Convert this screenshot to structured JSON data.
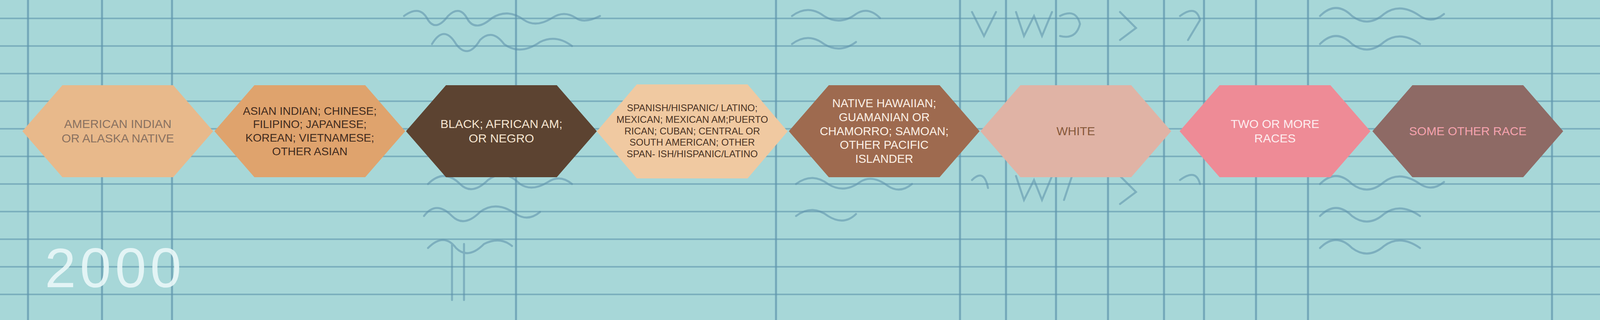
{
  "diagram": {
    "nodes": [
      {
        "text": [
          "AMERICAN INDIAN OR ALASKA NATIVE"
        ]
      },
      {
        "text": [
          "ASIAN INDIAN; CHINESE; FILIPINO; JAPANESE; KOREAN; VIETNAMESE; OTHER ASIAN"
        ]
      },
      {
        "text": [
          "BLACK; AFRICAN AM; OR NEGRO"
        ]
      },
      {
        "text": [
          "SPANISH/HISPANIC/ LATINO; MEXICAN; MEXICAN AM;PUERTO RICAN; CUBAN; CENTRAL OR SOUTH AMERICAN; OTHER SPAN- ISH/HISPANIC/LATINO"
        ]
      },
      {
        "text": [
          "NATIVE HAWAIIAN; GUAMANIAN OR CHAMORRO; SAMOAN; OTHER PACIFIC ISLANDER"
        ]
      },
      {
        "text": [
          "WHITE"
        ]
      },
      {
        "text": [
          "TWO OR MORE RACES"
        ]
      },
      {
        "text": [
          "SOME OTHER RACE"
        ]
      }
    ],
    "labels": [
      "2000"
    ]
  }
}
